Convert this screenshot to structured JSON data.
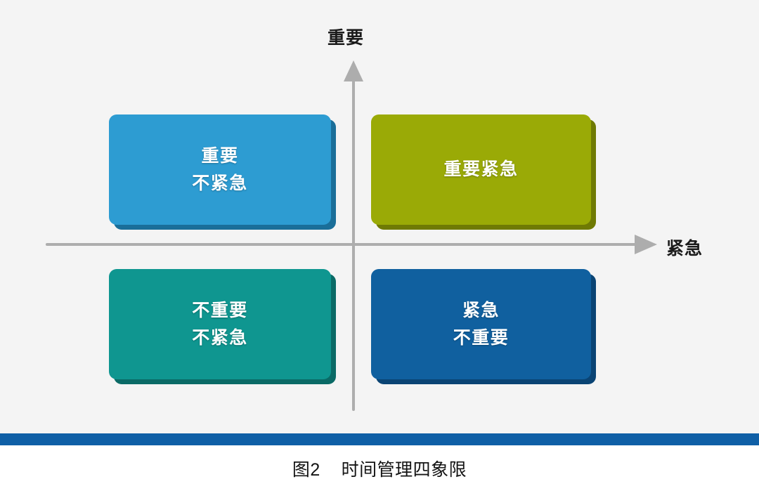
{
  "figure": {
    "caption": "图2    时间管理四象限",
    "background_color": "#f4f4f4",
    "rule_color": "#0f5fa6"
  },
  "axes": {
    "vertical_label": "重要",
    "horizontal_label": "紧急",
    "axis_color": "#adadad"
  },
  "quadrants": [
    {
      "id": "important-noturgent",
      "position": "top-left",
      "lines": [
        "重要",
        "不紧急"
      ],
      "fill_color": "#2d9cd2",
      "edge_color": "#1a6e99"
    },
    {
      "id": "important-urgent",
      "position": "top-right",
      "lines": [
        "重要紧急"
      ],
      "fill_color": "#9aaa06",
      "edge_color": "#6f7a04"
    },
    {
      "id": "notimportant-noturgent",
      "position": "bottom-left",
      "lines": [
        "不重要",
        "不紧急"
      ],
      "fill_color": "#0f9690",
      "edge_color": "#0a6a66"
    },
    {
      "id": "urgent-notimportant",
      "position": "bottom-right",
      "lines": [
        "紧急",
        "不重要"
      ],
      "fill_color": "#10609f",
      "edge_color": "#0a4474"
    }
  ]
}
